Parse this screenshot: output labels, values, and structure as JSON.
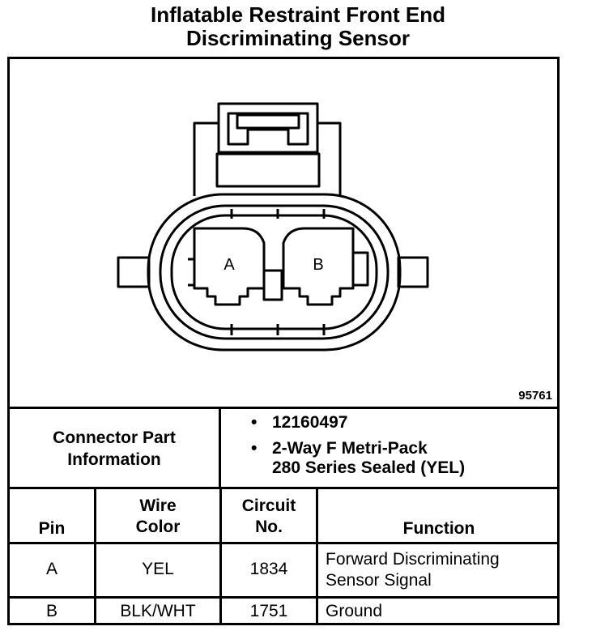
{
  "title": {
    "line1": "Inflatable Restraint Front End",
    "line2": "Discriminating Sensor"
  },
  "figure_id": "95761",
  "connector": {
    "pin_labels": [
      "A",
      "B"
    ],
    "part_info_label_line1": "Connector Part",
    "part_info_label_line2": "Information",
    "part_info": {
      "part_number": "12160497",
      "description_line1": "2-Way F Metri-Pack",
      "description_line2": "280 Series Sealed (YEL)"
    },
    "bullet": "•"
  },
  "table": {
    "headers": {
      "pin": "Pin",
      "wire_color_line1": "Wire",
      "wire_color_line2": "Color",
      "circuit_line1": "Circuit",
      "circuit_line2": "No.",
      "function": "Function"
    },
    "rows": [
      {
        "pin": "A",
        "wire_color": "YEL",
        "circuit": "1834",
        "function_line1": "Forward Discriminating",
        "function_line2": "Sensor Signal"
      },
      {
        "pin": "B",
        "wire_color": "BLK/WHT",
        "circuit": "1751",
        "function_line1": "Ground",
        "function_line2": ""
      }
    ]
  }
}
